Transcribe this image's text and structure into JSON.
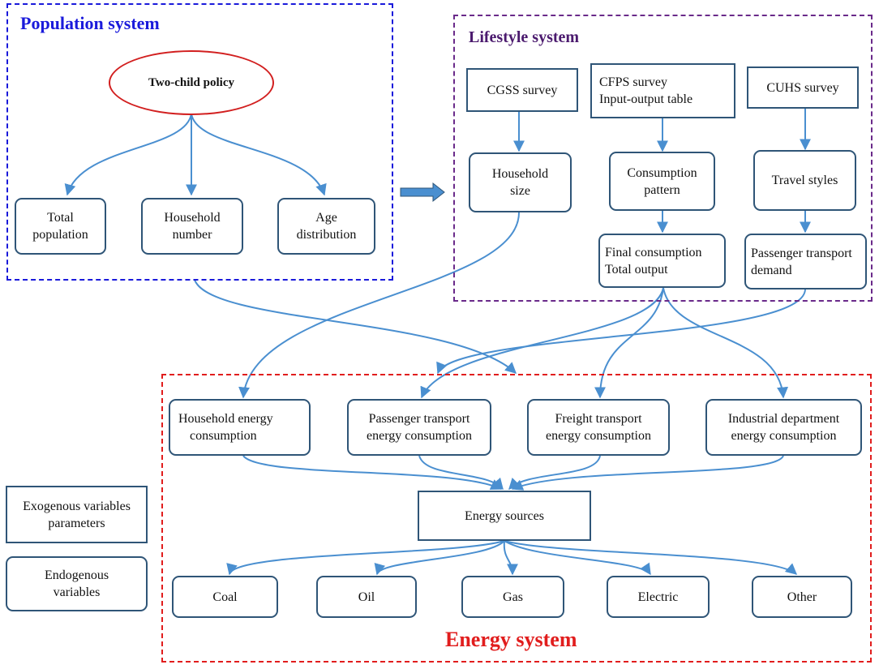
{
  "groups": {
    "population": {
      "title": "Population system",
      "color": "#1a1adb"
    },
    "lifestyle": {
      "title": "Lifestyle system",
      "color": "#4b1a6e"
    },
    "energy": {
      "title": "Energy system",
      "color": "#e11d1d"
    }
  },
  "nodes": {
    "two_child": [
      "Two-child policy"
    ],
    "total_pop": [
      "Total",
      "population"
    ],
    "household_num": [
      "Household",
      "number"
    ],
    "age_dist": [
      "Age",
      "distribution"
    ],
    "cgss": [
      "CGSS survey"
    ],
    "cfps": [
      "CFPS survey",
      "Input-output table"
    ],
    "cuhs": [
      "CUHS survey"
    ],
    "household_size": [
      "Household",
      "size"
    ],
    "consumption_pat": [
      "Consumption",
      "pattern"
    ],
    "travel_styles": [
      "Travel styles"
    ],
    "final_cons": [
      "Final consumption",
      "Total output"
    ],
    "pass_demand": [
      "Passenger transport",
      "demand"
    ],
    "hh_energy": [
      "Household energy",
      "consumption"
    ],
    "pass_energy": [
      "Passenger transport",
      "energy consumption"
    ],
    "freight_energy": [
      "Freight transport",
      "energy consumption"
    ],
    "ind_energy": [
      "Industrial department",
      "energy consumption"
    ],
    "energy_sources": [
      "Energy sources"
    ],
    "coal": [
      "Coal"
    ],
    "oil": [
      "Oil"
    ],
    "gas": [
      "Gas"
    ],
    "electric": [
      "Electric"
    ],
    "other": [
      "Other"
    ]
  },
  "legend": {
    "exogenous": [
      "Exogenous variables",
      "parameters"
    ],
    "endogenous": [
      "Endogenous",
      "variables"
    ]
  },
  "colors": {
    "border": "#2f5577",
    "arrow": "#4a8fd0",
    "policy_ellipse": "#d21f1f"
  }
}
